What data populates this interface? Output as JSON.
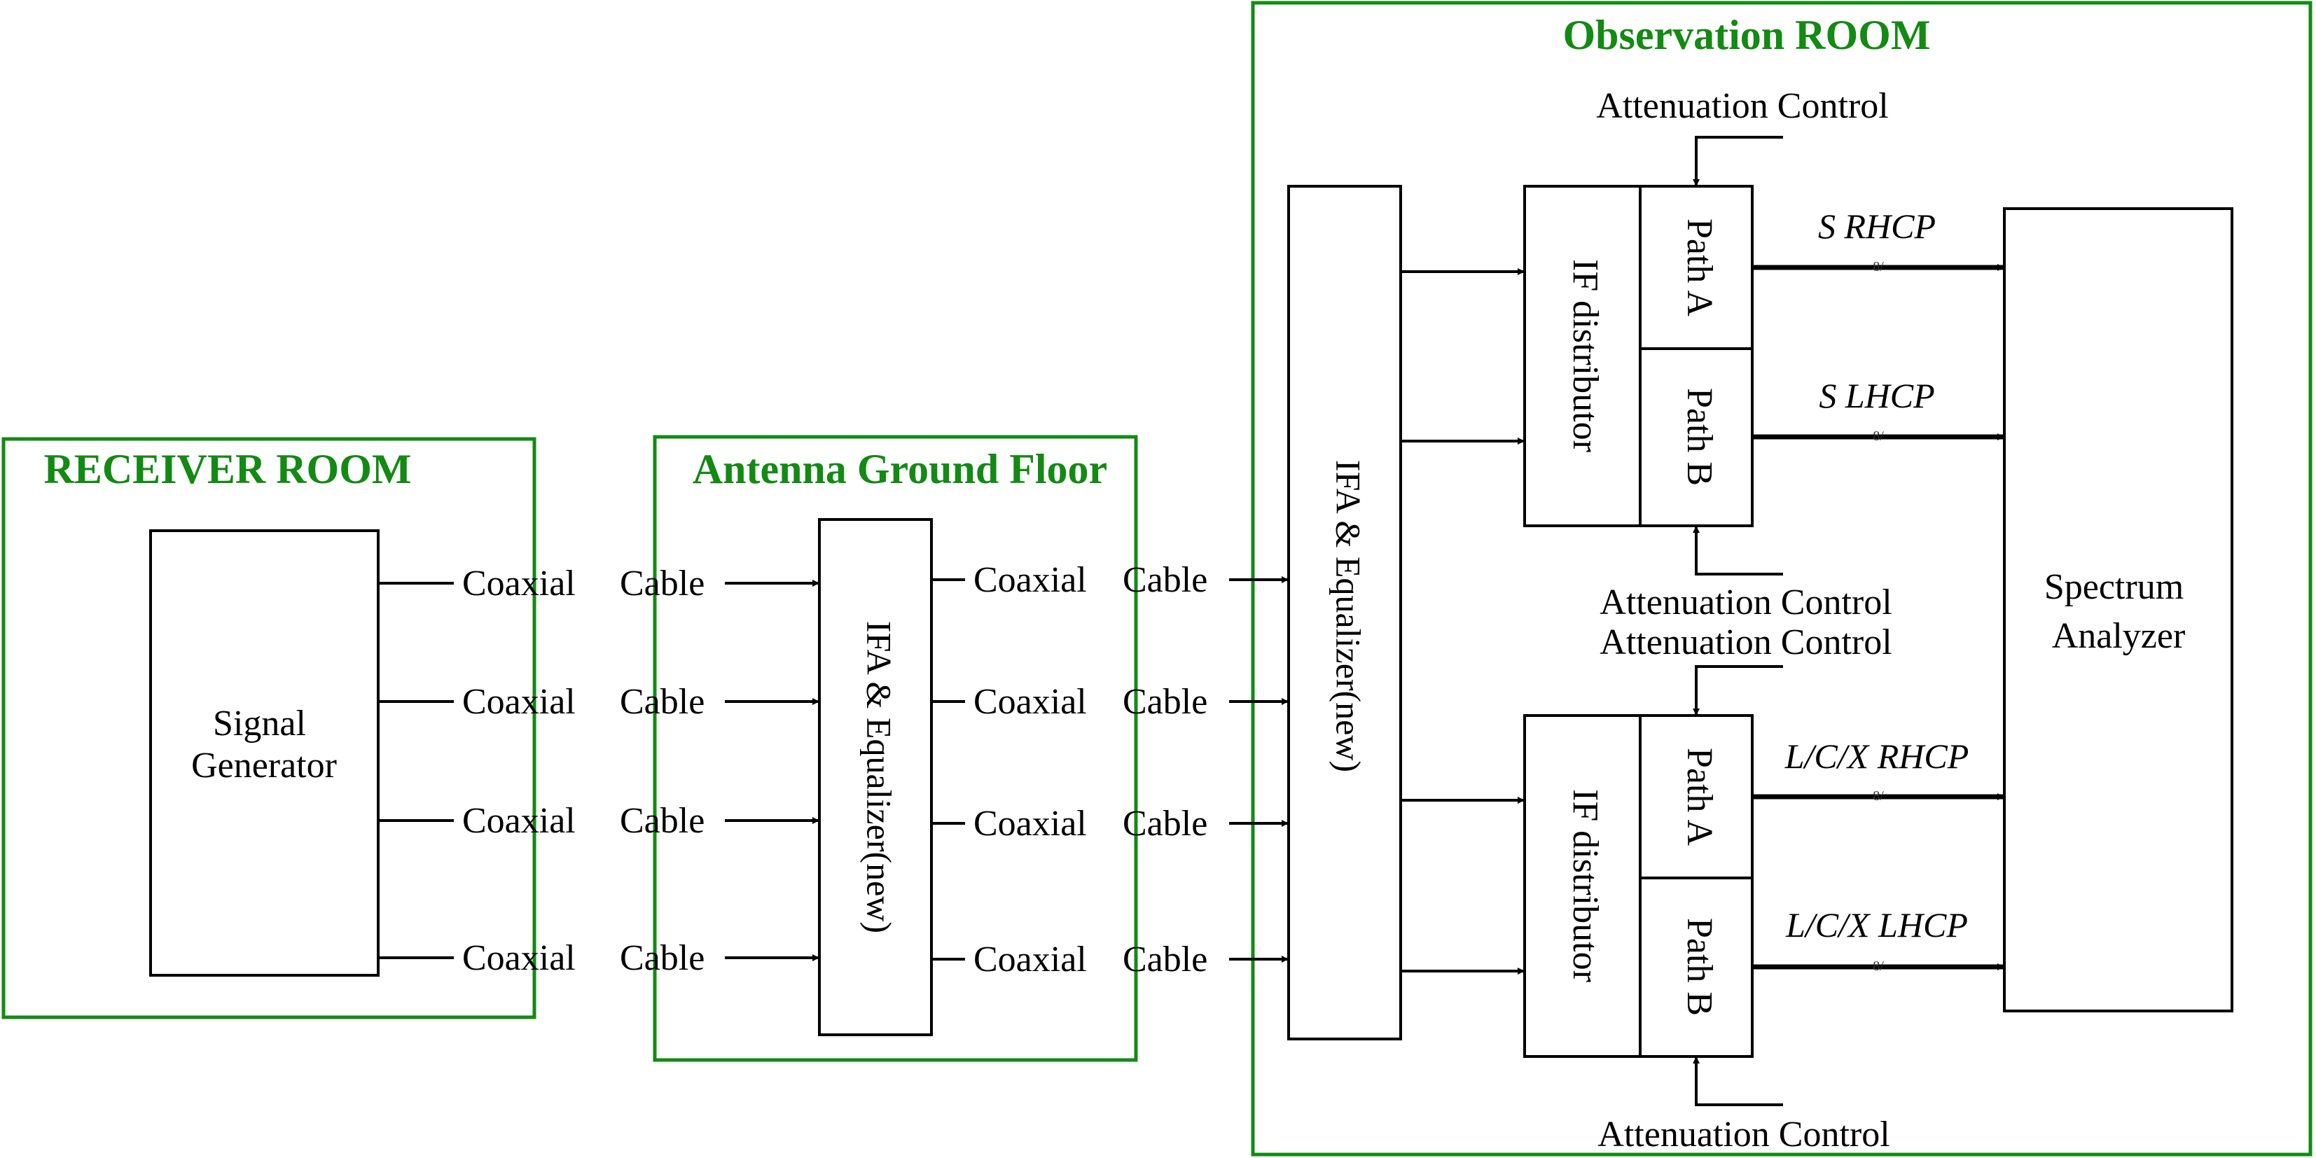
{
  "colors": {
    "room": "#138a13",
    "line": "#000000",
    "background": "#ffffff"
  },
  "rooms": {
    "receiver": "RECEIVER ROOM",
    "antenna": "Antenna Ground Floor",
    "observation": "Observation ROOM"
  },
  "blocks": {
    "signal_generator": [
      "Signal",
      "Generator"
    ],
    "ifa_ground": "IFA & Equalizer(new)",
    "ifa_obs": "IFA & Equalizer(new)",
    "if_distributor": "IF distributor",
    "path_a": "Path A",
    "path_b": "Path B",
    "spectrum_analyzer": [
      "Spectrum",
      "Analyzer"
    ]
  },
  "cable": {
    "word1": "Coaxial",
    "word2": "Cable"
  },
  "attenuation_control": "Attenuation Control",
  "outputs": {
    "s_rhcp": "S RHCP",
    "s_lhcp": "S LHCP",
    "lcx_rhcp": "L/C/X RHCP",
    "lcx_lhcp": "L/C/X LHCP"
  },
  "split_mark": "8/"
}
